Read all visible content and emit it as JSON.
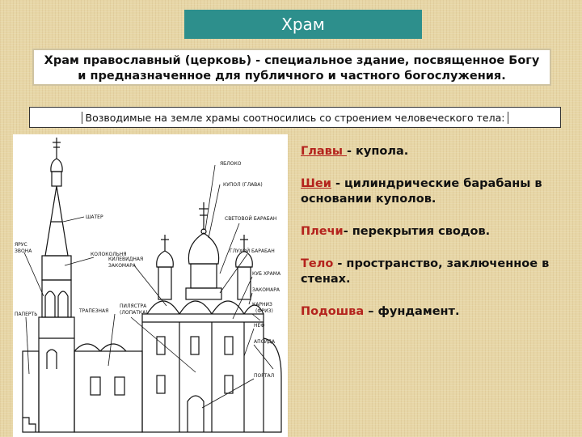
{
  "slide": {
    "title": "Храм",
    "definition_line1": "Храм православный (церковь) - специальное здание, посвященное Богу",
    "definition_line2": "и предназначенное для публичного и частного богослужения.",
    "subheading": "Возводимые на земле храмы соотносились со строением человеческого тела:"
  },
  "terms": [
    {
      "keyword": "Главы ",
      "text": " - купола."
    },
    {
      "keyword": "Шеи",
      "text": " - цилиндрические барабаны в основании куполов."
    },
    {
      "keyword": "Плечи",
      "text": "- перекрытия сводов."
    },
    {
      "keyword": "Тело",
      "text": " - пространство, заключенное в стенах."
    },
    {
      "keyword": "Подошва",
      "text": " – фундамент."
    }
  ],
  "diagram": {
    "labels": {
      "yabloko": "ЯБЛОКО",
      "kupol": "КУПОЛ (ГЛАВА)",
      "shater": "ШАТЕР",
      "svetovoy": "СВЕТОВОЙ БАРАБАН",
      "yarus1": "ЯРУС",
      "yarus2": "ЗВОНА",
      "kolokolnya": "КОЛОКОЛЬНЯ",
      "gluhoy": "ГЛУХОЙ БАРАБАН",
      "kilev1": "КИЛЕВИДНАЯ",
      "kilev2": "ЗАКОМАРА",
      "trapeznaya": "ТРАПЕЗНАЯ",
      "paperti": "ПАПЕРТЬ",
      "pilyastra1": "ПИЛЯСТРА",
      "pilyastra2": "(ЛОПАТКА)",
      "kub": "КУБ ХРАМА",
      "zakomara": "ЗАКОМАРА",
      "karniz1": "КАРНИЗ",
      "karniz2": "(ФРИЗ)",
      "nef": "НЕФ",
      "apsida": "АПСИДА",
      "portal": "ПОРТАЛ"
    }
  }
}
